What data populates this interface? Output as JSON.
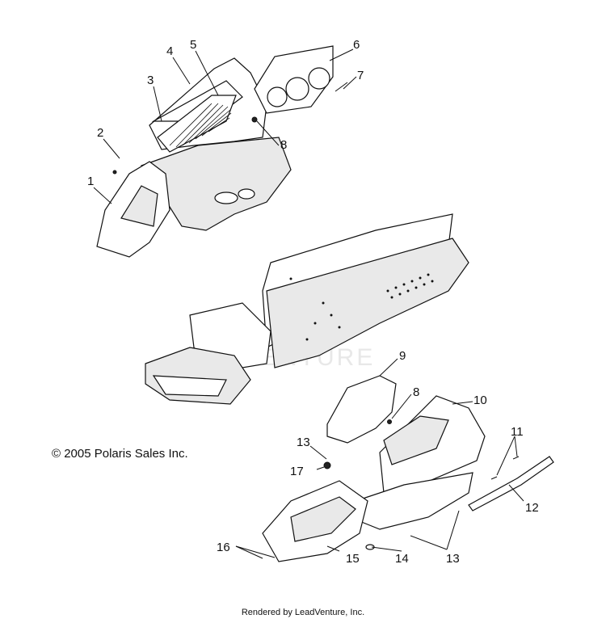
{
  "copyright": "© 2005 Polaris Sales Inc.",
  "footer": "Rendered by LeadVenture, Inc.",
  "watermark": "VENTURE",
  "callouts": [
    "1",
    "2",
    "3",
    "4",
    "5",
    "6",
    "7",
    "8",
    "8",
    "9",
    "10",
    "11",
    "12",
    "13",
    "13",
    "14",
    "15",
    "16",
    "17"
  ]
}
